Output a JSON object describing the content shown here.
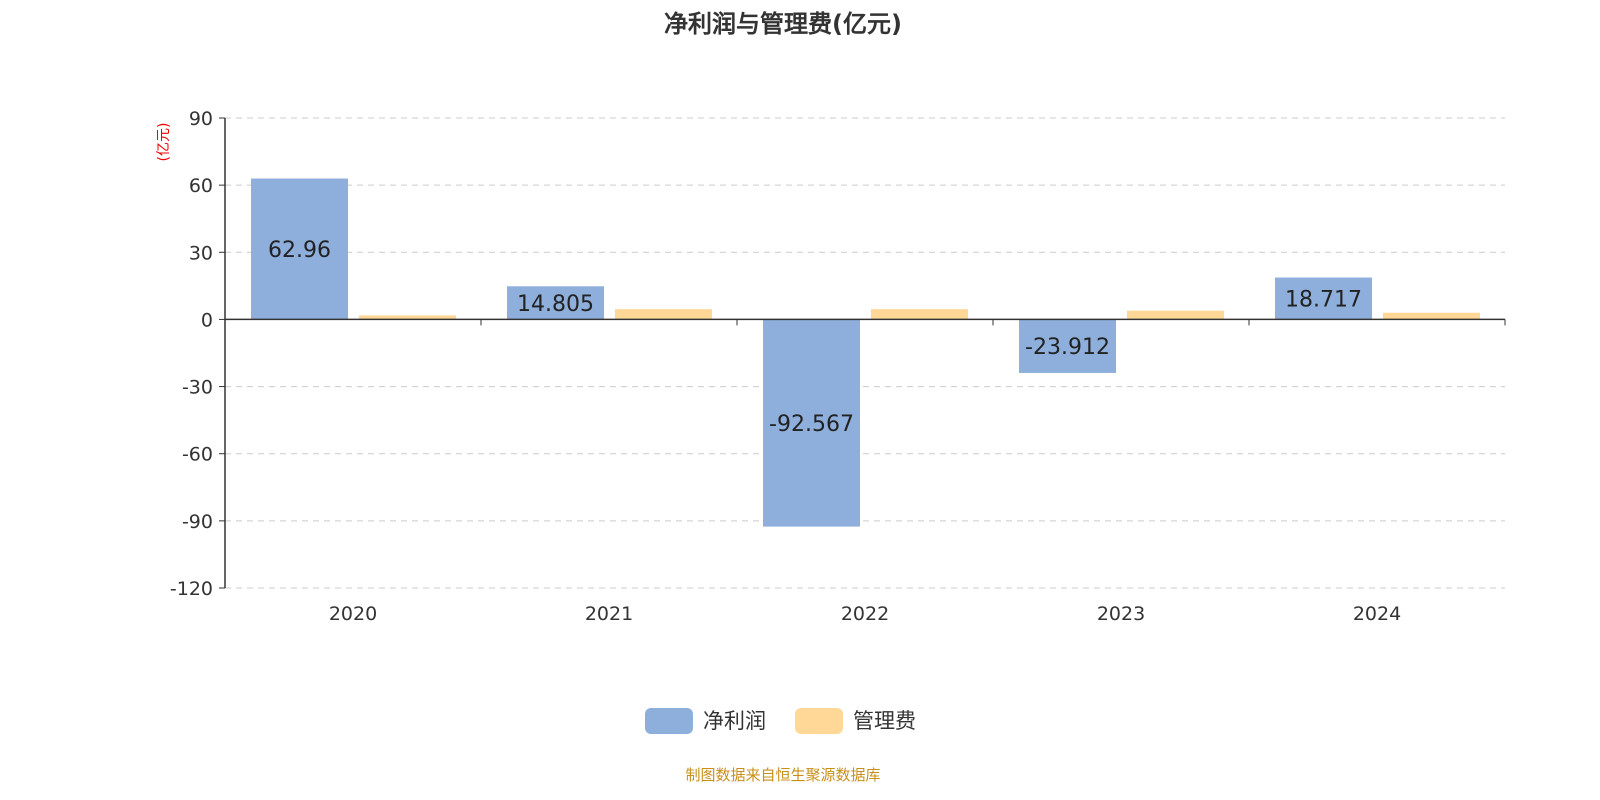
{
  "chart_data": {
    "type": "bar",
    "title": "净利润与管理费(亿元)",
    "ylabel": "(亿元)",
    "xlabel": "",
    "categories": [
      "2020",
      "2021",
      "2022",
      "2023",
      "2024"
    ],
    "series": [
      {
        "name": "净利润",
        "color": "#8eaedb",
        "values": [
          62.96,
          14.805,
          -92.567,
          -23.912,
          18.717
        ],
        "labels": [
          "62.96",
          "14.805",
          "-92.567",
          "-23.912",
          "18.717"
        ]
      },
      {
        "name": "管理费",
        "color": "#ffd898",
        "values": [
          1.8,
          4.6,
          4.6,
          3.9,
          3.0
        ]
      }
    ],
    "ylim": [
      -120,
      90
    ],
    "yticks": [
      90,
      60,
      30,
      0,
      -30,
      -60,
      -90,
      -120
    ],
    "grid": true,
    "legend": "bottom-center"
  },
  "footer": "制图数据来自恒生聚源数据库"
}
